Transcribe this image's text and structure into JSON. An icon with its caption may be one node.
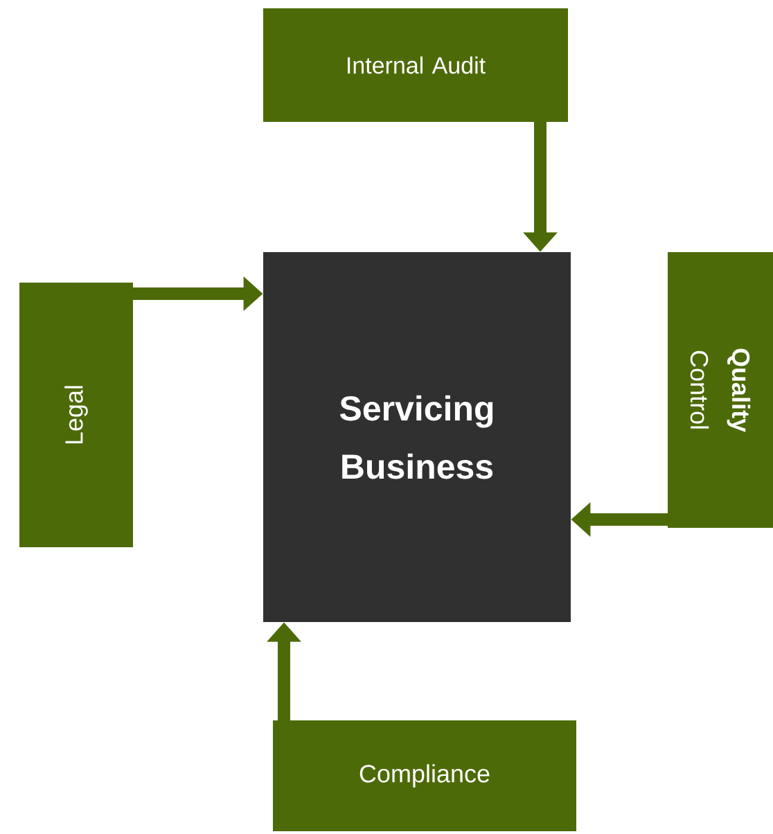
{
  "diagram": {
    "nodes": [
      {
        "text": [
          "Internal Audit"
        ]
      },
      {
        "text": [
          "Servicing Business"
        ]
      },
      {
        "text": [
          "Legal"
        ]
      },
      {
        "text": [
          "**Quality** Control"
        ]
      },
      {
        "text": [
          "Compliance"
        ]
      }
    ],
    "edges": [
      {
        "from": 0,
        "to": 1,
        "arrow": "to"
      },
      {
        "from": 2,
        "to": 1,
        "arrow": "to"
      },
      {
        "from": 3,
        "to": 1,
        "arrow": "to"
      },
      {
        "from": 4,
        "to": 1,
        "arrow": "to"
      }
    ]
  }
}
